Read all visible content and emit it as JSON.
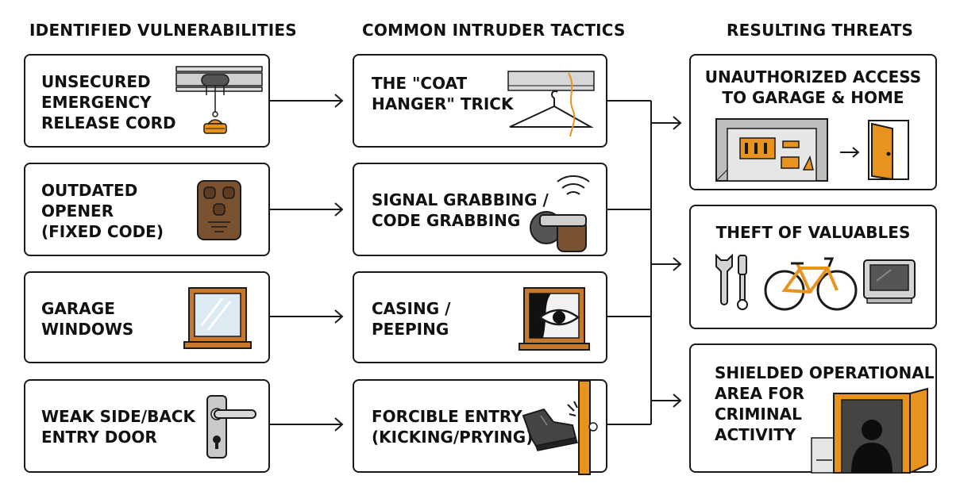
{
  "columns": {
    "vulnerabilities": "IDENTIFIED VULNERABILITIES",
    "tactics": "COMMON INTRUDER TACTICS",
    "threats": "RESULTING THREATS"
  },
  "vulnerabilities": [
    {
      "label": "UNSECURED\nEMERGENCY\nRELEASE CORD",
      "icon": "release-cord-icon"
    },
    {
      "label": "OUTDATED\nOPENER\n(FIXED CODE)",
      "icon": "remote-opener-icon"
    },
    {
      "label": "GARAGE\nWINDOWS",
      "icon": "window-icon"
    },
    {
      "label": "WEAK SIDE/BACK\nENTRY DOOR",
      "icon": "door-handle-icon"
    }
  ],
  "tactics": [
    {
      "label": "THE \"COAT\nHANGER\" TRICK",
      "icon": "coat-hanger-icon"
    },
    {
      "label": "SIGNAL GRABBING /\nCODE GRABBING",
      "icon": "signal-grabber-icon"
    },
    {
      "label": "CASING /\nPEEPING",
      "icon": "peeping-eye-icon"
    },
    {
      "label": "FORCIBLE ENTRY\n(KICKING/PRYING)",
      "icon": "kicking-boot-icon"
    }
  ],
  "threats": [
    {
      "label": "UNAUTHORIZED ACCESS\nTO GARAGE & HOME",
      "icon": "garage-to-door-icon"
    },
    {
      "label": "THEFT OF VALUABLES",
      "icon": "valuables-icon"
    },
    {
      "label": "SHIELDED OPERATIONAL\nAREA FOR\nCRIMINAL\nACTIVITY",
      "icon": "shadow-figure-icon"
    }
  ],
  "colors": {
    "accent": "#e8931e",
    "wood": "#c7782a",
    "remote": "#7a5230",
    "outline": "#1a1a1a",
    "metal": "#cfcfcf"
  }
}
